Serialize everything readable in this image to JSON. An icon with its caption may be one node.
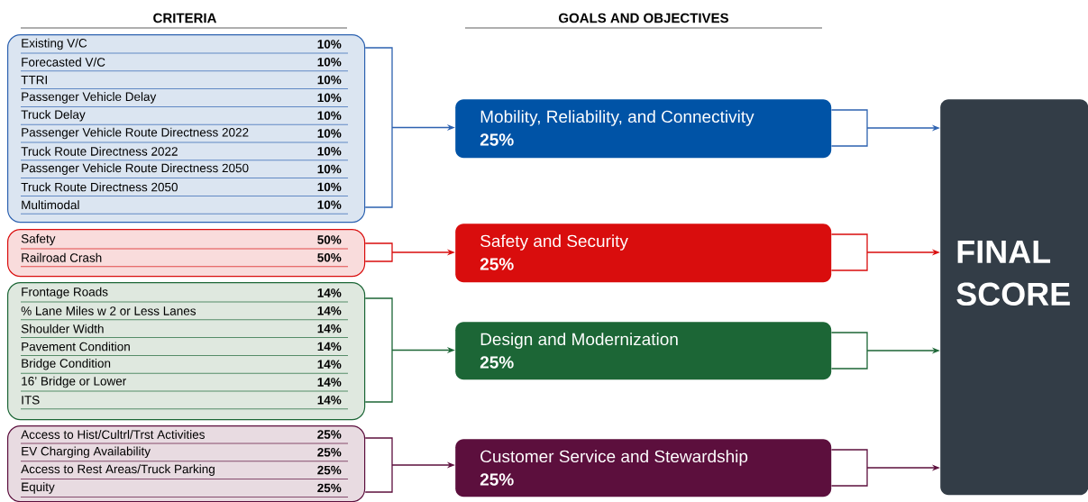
{
  "diagram": {
    "nodes": [
      {
        "text": [
          "Existing V/C",
          "10%",
          "Forecasted V/C",
          "10%",
          "TTRI",
          "10%",
          "Passenger Vehicle Delay",
          "10%",
          "Truck Delay",
          "10%",
          "Passenger Vehicle Route Directness 2022",
          "10%",
          "Truck Route Directness 2022",
          "10%",
          "Passenger Vehicle Route Directness 2050",
          "10%",
          "Truck Route Directness 2050",
          "10%",
          "Multimodal",
          "10%"
        ]
      },
      {
        "text": [
          "Safety",
          "50%",
          "Railroad Crash",
          "50%"
        ]
      },
      {
        "text": [
          "Frontage Roads",
          "14%",
          "% Lane Miles w 2 or Less Lanes",
          "14%",
          "Shoulder Width",
          "14%",
          "Pavement Condition",
          "14%",
          "Bridge Condition",
          "14%",
          "16’ Bridge or Lower",
          "14%",
          "ITS",
          "14%"
        ]
      },
      {
        "text": [
          "Access to Hist/Cultrl/Trst Activities",
          "25%",
          "EV Charging Availability",
          "25%",
          "Access to Rest Areas/Truck Parking",
          "25%",
          "Equity",
          "25%"
        ]
      },
      {
        "text": [
          "Mobility, Reliability, and Connectivity",
          "25%"
        ]
      },
      {
        "text": [
          "Safety and Security",
          "25%"
        ]
      },
      {
        "text": [
          "Design and Modernization",
          "25%"
        ]
      },
      {
        "text": [
          "Customer Service and Stewardship",
          "25%"
        ]
      },
      {
        "text": [
          "FINAL SCORE"
        ]
      }
    ],
    "edges": [
      {
        "from": 0,
        "to": 4,
        "arrow": "to",
        "color": "#2d62b0"
      },
      {
        "from": 1,
        "to": 5,
        "arrow": "to",
        "color": "#d90d0d"
      },
      {
        "from": 2,
        "to": 6,
        "arrow": "to",
        "color": "#1c6636"
      },
      {
        "from": 3,
        "to": 7,
        "arrow": "to",
        "color": "#5c0f3d"
      },
      {
        "from": 4,
        "to": 8,
        "arrow": "to",
        "color": "#2d62b0"
      },
      {
        "from": 5,
        "to": 8,
        "arrow": "to",
        "color": "#d90d0d"
      },
      {
        "from": 6,
        "to": 8,
        "arrow": "to",
        "color": "#1c6636"
      },
      {
        "from": 7,
        "to": 8,
        "arrow": "to",
        "color": "#5c0f3d"
      }
    ],
    "labels": [
      "CRITERIA",
      "GOALS AND OBJECTIVES"
    ]
  }
}
